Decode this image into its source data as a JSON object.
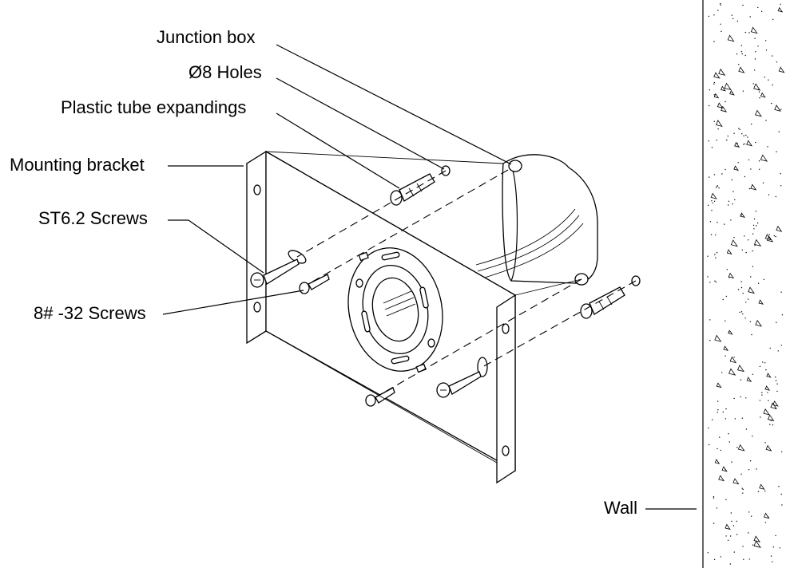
{
  "labels": {
    "junction_box": "Junction box",
    "holes": "Ø8 Holes",
    "plastic_tube": "Plastic tube expandings",
    "mounting_bracket": "Mounting bracket",
    "st_screws": "ST6.2 Screws",
    "screws_832": "8# -32 Screws",
    "wall": "Wall"
  },
  "colors": {
    "line": "#000000",
    "background": "#ffffff"
  }
}
